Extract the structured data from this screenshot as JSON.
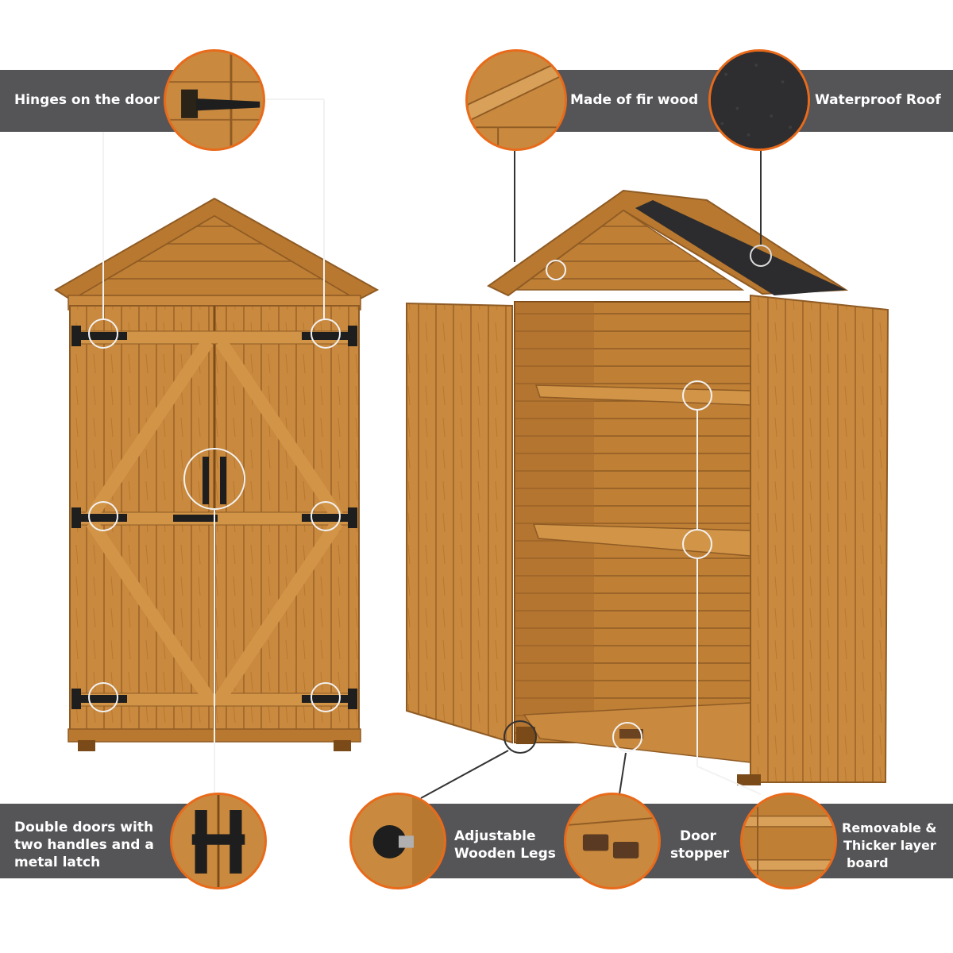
{
  "labels": {
    "hinges": "Hinges on the door",
    "fir_wood": "Made of fir wood",
    "roof": "Waterproof Roof",
    "doors_line1": "Double doors with",
    "doors_line2": "two handles and a",
    "doors_line3": "metal latch",
    "legs_line1": "Adjustable",
    "legs_line2": "Wooden Legs",
    "stopper_line1": "Door",
    "stopper_line2": "stopper",
    "board_line1": "Removable &",
    "board_line2": "Thicker layer",
    "board_line3": "board"
  },
  "colors": {
    "band": "#555558",
    "accent_ring": "#e86a1a",
    "wood": "#c9893e",
    "wood_dark": "#9a6328",
    "roof": "#2c2c2e",
    "hardware": "#1e1e1e"
  }
}
